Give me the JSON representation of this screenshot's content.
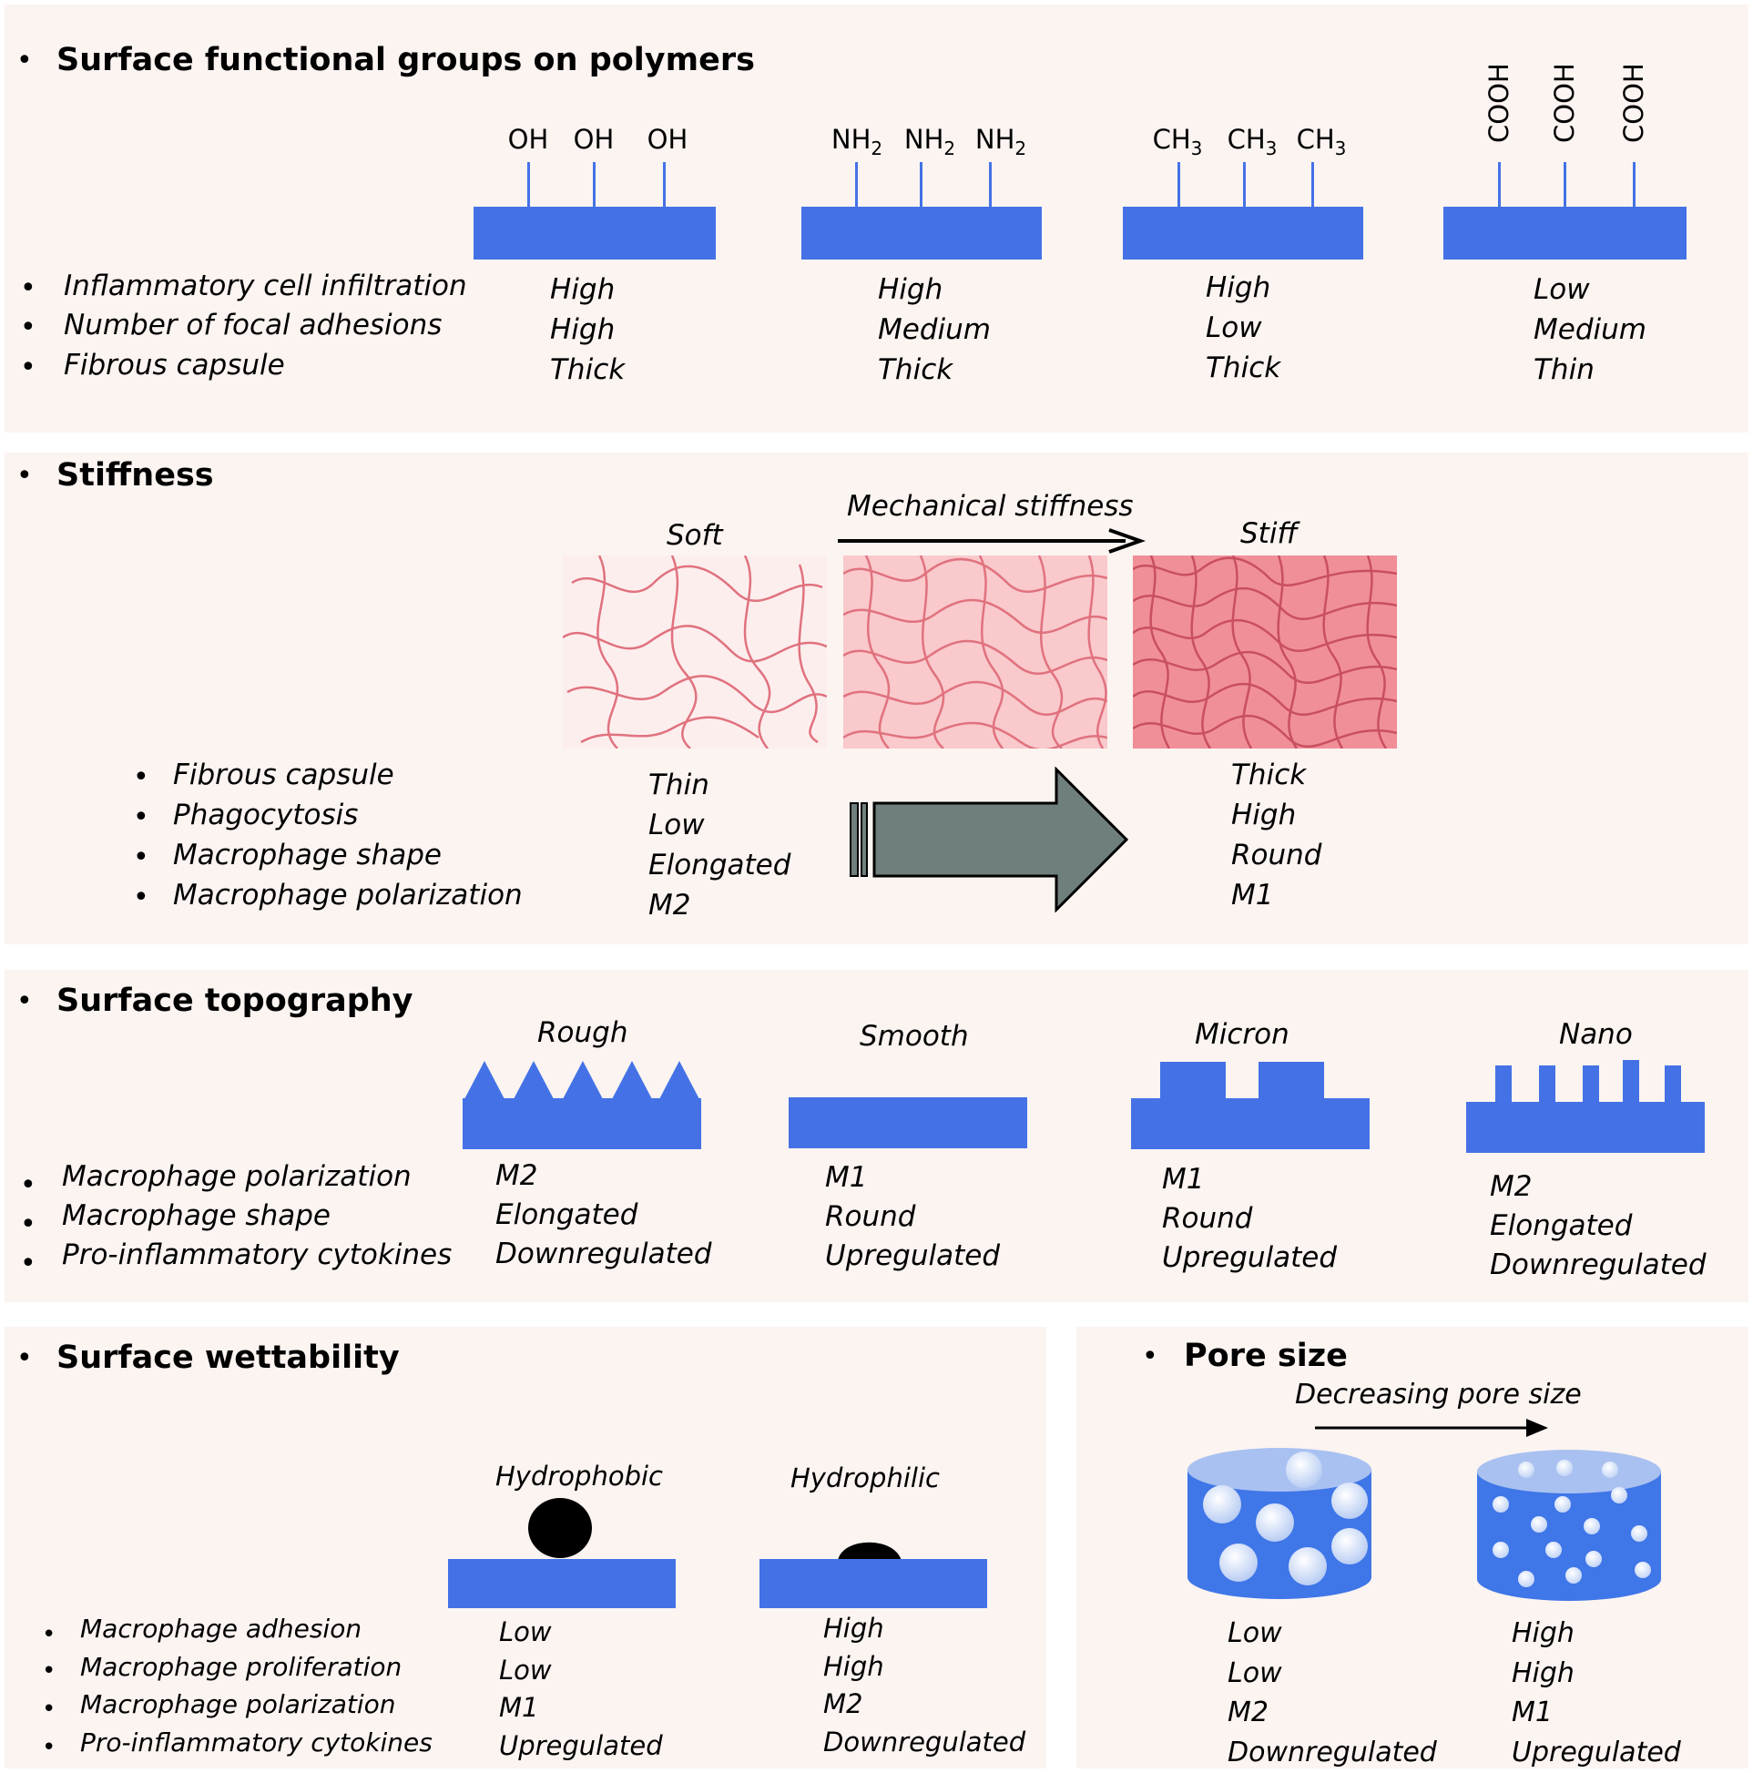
{
  "functional_groups": {
    "heading": "Surface functional groups on polymers",
    "property_labels": [
      "Inflammatory cell infiltration",
      "Number of focal adhesions",
      "Fibrous capsule"
    ],
    "groups": [
      {
        "label": "OH",
        "values": [
          "High",
          "High",
          "Thick"
        ]
      },
      {
        "label": "NH2",
        "label_main": "NH",
        "label_sub": "2",
        "values": [
          "High",
          "Medium",
          "Thick"
        ]
      },
      {
        "label": "CH3",
        "label_main": "CH",
        "label_sub": "3",
        "values": [
          "High",
          "Low",
          "Thick"
        ]
      },
      {
        "label": "COOH",
        "values": [
          "Low",
          "Medium",
          "Thin"
        ]
      }
    ]
  },
  "stiffness": {
    "heading": "Stiffness",
    "soft_label": "Soft",
    "stiff_label": "Stiff",
    "arrow_label": "Mechanical stiffness",
    "property_labels": [
      "Fibrous capsule",
      "Phagocytosis",
      "Macrophage shape",
      "Macrophage polarization"
    ],
    "soft_values": [
      "Thin",
      "Low",
      "Elongated",
      "M2"
    ],
    "stiff_values": [
      "Thick",
      "High",
      "Round",
      "M1"
    ],
    "colors": {
      "soft": "#fdeeee",
      "medium": "#f9c9cc",
      "stiff": "#f18f98",
      "mesh": "#e0727e",
      "big_arrow": "#6f7f7c"
    }
  },
  "topography": {
    "heading": "Surface topography",
    "property_labels": [
      "Macrophage polarization",
      "Macrophage shape",
      "Pro-inflammatory cytokines"
    ],
    "types": [
      {
        "label": "Rough",
        "values": [
          "M2",
          "Elongated",
          "Downregulated"
        ]
      },
      {
        "label": "Smooth",
        "values": [
          "M1",
          "Round",
          "Upregulated"
        ]
      },
      {
        "label": "Micron",
        "values": [
          "M1",
          "Round",
          "Upregulated"
        ]
      },
      {
        "label": "Nano",
        "values": [
          "M2",
          "Elongated",
          "Downregulated"
        ]
      }
    ]
  },
  "wettability": {
    "heading": "Surface wettability",
    "property_labels": [
      "Macrophage adhesion",
      "Macrophage proliferation",
      "Macrophage polarization",
      "Pro-inflammatory cytokines"
    ],
    "types": [
      {
        "label": "Hydrophobic",
        "values": [
          "Low",
          "Low",
          "M1",
          "Upregulated"
        ]
      },
      {
        "label": "Hydrophilic",
        "values": [
          "High",
          "High",
          "M2",
          "Downregulated"
        ]
      }
    ]
  },
  "pore_size": {
    "heading": "Pore size",
    "arrow_label": "Decreasing pore size",
    "large_values": [
      "Low",
      "Low",
      "M2",
      "Downregulated"
    ],
    "small_values": [
      "High",
      "High",
      "M1",
      "Upregulated"
    ]
  },
  "colors": {
    "panel": "#fbf4f1",
    "blue": "#4472e6",
    "text": "#000000"
  }
}
